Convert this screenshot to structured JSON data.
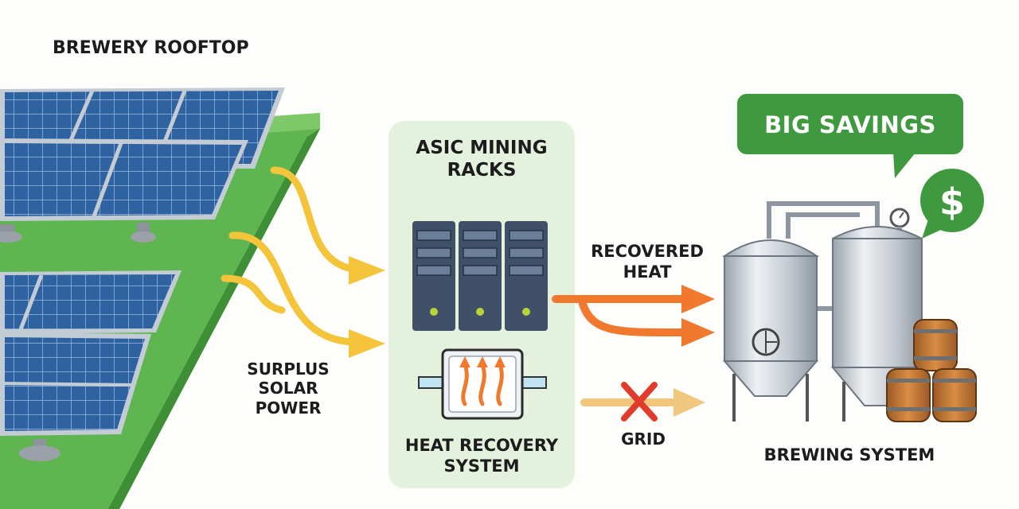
{
  "labels": {
    "roof_title": "BREWERY ROOFTOP",
    "asic_title": "ASIC MINING\nRACKS",
    "heat_title": "HEAT RECOVERY\nSYSTEM",
    "surplus": "SURPLUS\nSOLAR\nPOWER",
    "recovered": "RECOVERED\nHEAT",
    "grid": "GRID",
    "brewing": "BREWING SYSTEM",
    "savings": "BIG SAVINGS",
    "dollar": "$"
  },
  "colors": {
    "roof_green": "#5fb54f",
    "panel_blue": "#2e5f96",
    "panel_frame": "#c3ccd4",
    "solar_arrow": "#f4c43a",
    "heat_arrow": "#f0792e",
    "grid_arrow": "#f0c77c",
    "grid_cross": "#e03b2b",
    "mining_box": "#e4f1dc",
    "rack": "#3f5068",
    "tank": "#c9cfd6",
    "barrel": "#c47a3a",
    "savings_green": "#3f9a3f"
  }
}
